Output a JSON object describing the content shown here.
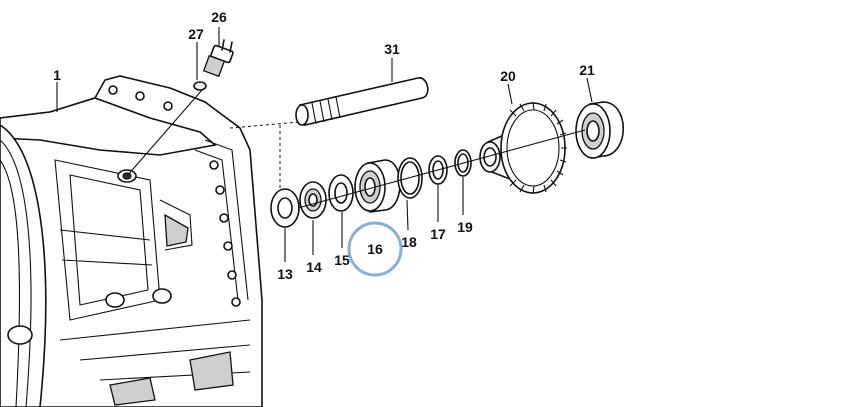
{
  "callouts": [
    {
      "key": "c1",
      "text": "1"
    },
    {
      "key": "c13",
      "text": "13"
    },
    {
      "key": "c14",
      "text": "14"
    },
    {
      "key": "c15",
      "text": "15"
    },
    {
      "key": "c16",
      "text": "16"
    },
    {
      "key": "c17",
      "text": "17"
    },
    {
      "key": "c18",
      "text": "18"
    },
    {
      "key": "c19",
      "text": "19"
    },
    {
      "key": "c20",
      "text": "20"
    },
    {
      "key": "c21",
      "text": "21"
    },
    {
      "key": "c26",
      "text": "26"
    },
    {
      "key": "c27",
      "text": "27"
    },
    {
      "key": "c31",
      "text": "31"
    }
  ],
  "highlight": {
    "part": "16",
    "color": "#8aaed6"
  }
}
